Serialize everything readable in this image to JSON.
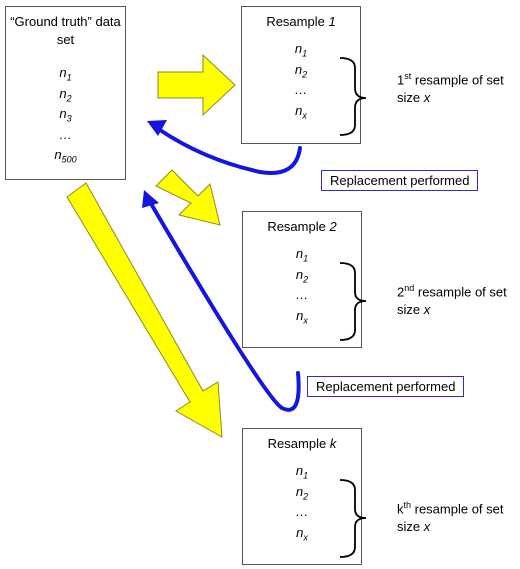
{
  "ground_truth": {
    "title": "“Ground truth” data set",
    "items": [
      {
        "base": "n",
        "sub": "1"
      },
      {
        "base": "n",
        "sub": "2"
      },
      {
        "base": "n",
        "sub": "3"
      },
      {
        "base": "…",
        "sub": ""
      },
      {
        "base": "n",
        "sub": "500"
      }
    ]
  },
  "resamples": [
    {
      "title_prefix": "Resample ",
      "title_index": "1",
      "items": [
        {
          "base": "n",
          "sub": "1"
        },
        {
          "base": "n",
          "sub": "2"
        },
        {
          "base": "…",
          "sub": ""
        },
        {
          "base": "n",
          "sub": "x"
        }
      ],
      "note_num": "1",
      "note_sup": "st",
      "note_line1": " resample of set",
      "note_line2_prefix": "size ",
      "note_var": "x"
    },
    {
      "title_prefix": "Resample ",
      "title_index": "2",
      "items": [
        {
          "base": "n",
          "sub": "1"
        },
        {
          "base": "n",
          "sub": "2"
        },
        {
          "base": "…",
          "sub": ""
        },
        {
          "base": "n",
          "sub": "x"
        }
      ],
      "note_num": "2",
      "note_sup": "nd",
      "note_line1": " resample of set",
      "note_line2_prefix": "size ",
      "note_var": "x"
    },
    {
      "title_prefix": "Resample ",
      "title_index": "k",
      "items": [
        {
          "base": "n",
          "sub": "1"
        },
        {
          "base": "n",
          "sub": "2"
        },
        {
          "base": "…",
          "sub": ""
        },
        {
          "base": "n",
          "sub": "x"
        }
      ],
      "note_num": "k",
      "note_sup": "th",
      "note_line1": " resample of set",
      "note_line2_prefix": "size ",
      "note_var": "x"
    }
  ],
  "replacements": [
    {
      "label": "Replacement performed"
    },
    {
      "label": "Replacement performed"
    }
  ],
  "colors": {
    "yellow_arrow": "#ffff00",
    "yellow_outline": "#8a8a2a",
    "blue_arrow": "#1515e0",
    "box_border": "#555555"
  }
}
